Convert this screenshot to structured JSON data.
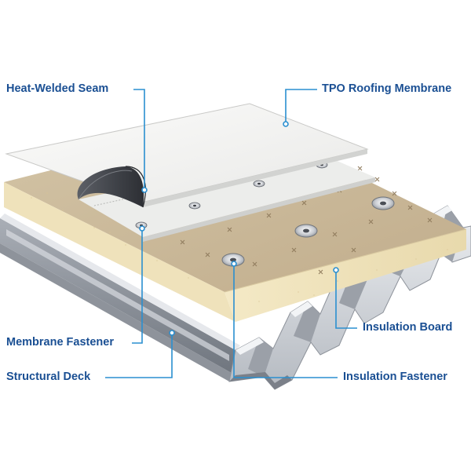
{
  "labels": {
    "heat_welded_seam": "Heat-Welded Seam",
    "tpo_roofing_membrane": "TPO Roofing Membrane",
    "insulation_board": "Insulation Board",
    "membrane_fastener": "Membrane Fastener",
    "structural_deck": "Structural Deck",
    "insulation_fastener": "Insulation Fastener"
  },
  "colors": {
    "label_text": "#1a4f93",
    "leader_line": "#2a8fd0",
    "membrane": "#f4f4f2",
    "insulation_top": "#c9b89a",
    "insulation_side": "#efe3bd",
    "deck": "#c3c7cc"
  }
}
